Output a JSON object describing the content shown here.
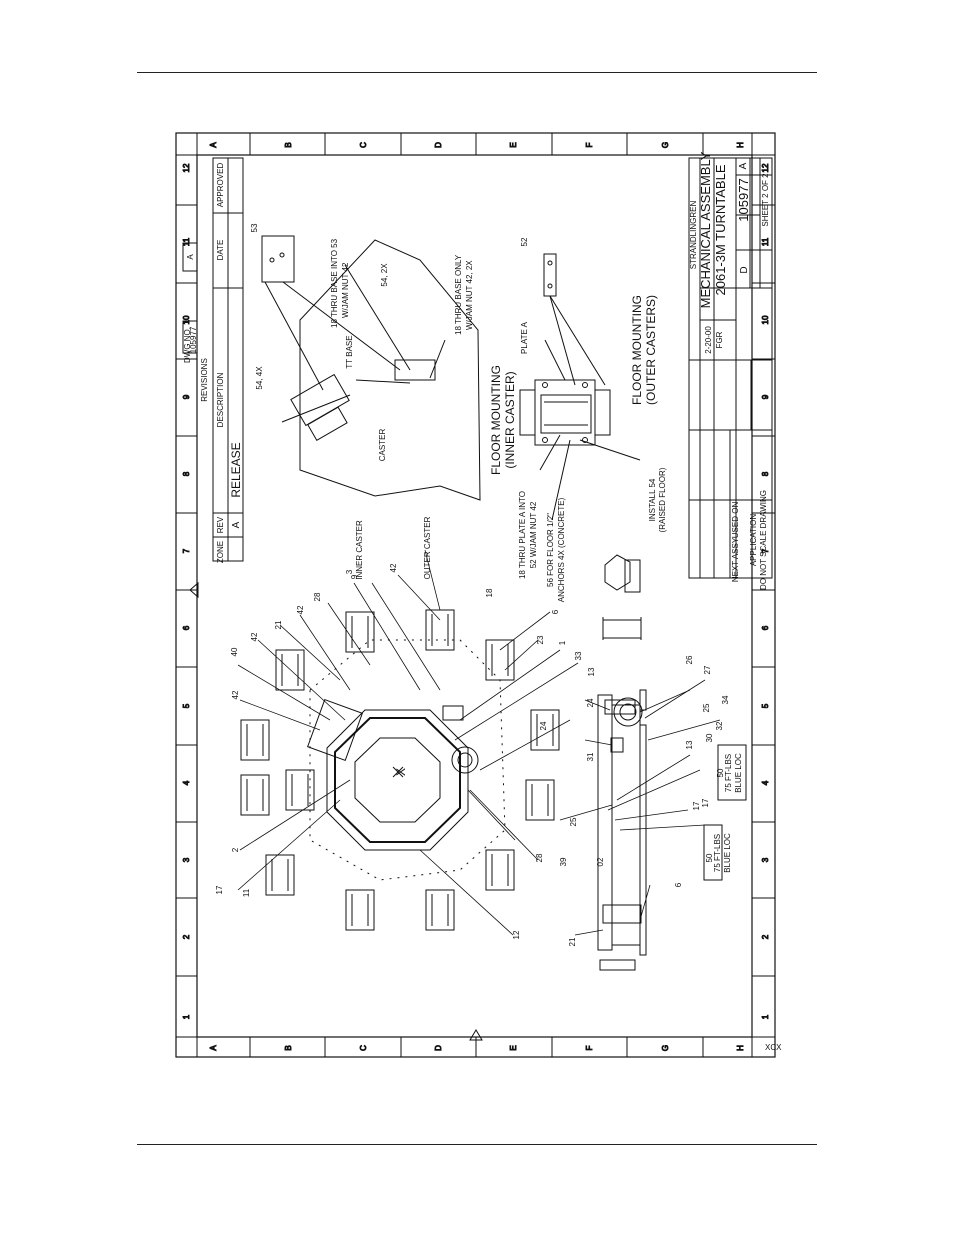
{
  "sheet": {
    "col_letters": [
      "A",
      "B",
      "C",
      "D",
      "E",
      "F",
      "G",
      "H"
    ],
    "row_numbers": [
      "12",
      "11",
      "10",
      "9",
      "8",
      "7",
      "6",
      "5",
      "4",
      "3",
      "2",
      "1"
    ]
  },
  "revisions": {
    "title": "REVISIONS",
    "headers": {
      "zone": "ZONE",
      "rev": "REV",
      "description": "DESCRIPTION",
      "date": "DATE",
      "approved": "APPROVED"
    },
    "row": {
      "rev": "A",
      "description": "RELEASE"
    },
    "dwg_no_label": "DWG NO.",
    "dwg_no": "105977",
    "rev_box": "A"
  },
  "title_block": {
    "company": "STRANDLINGREN",
    "title_line1": "MECHANICAL ASSEMBLY",
    "title_line2": "2061-3M TURNTABLE",
    "size": "D",
    "dwg_no": "105977",
    "rev": "A",
    "date": "2-20-00",
    "drawn": "FGR",
    "sheet": "SHEET 2 OF 2",
    "scale_note": "DO NOT SCALE DRAWING",
    "application_label": "APPLICATION",
    "next_assy": "NEXT ASSY",
    "used_on": "USED ON"
  },
  "callouts": {
    "tt_base": "TT BASE",
    "caster": "CASTER",
    "c53": "53",
    "c54_4x": "54, 4X",
    "c54_2x": "54, 2X",
    "thru_53": [
      "18 THRU BASE INTO 53",
      "W/JAM NUT 42"
    ],
    "thru_base_only": [
      "18 THRU BASE ONLY",
      "W/JAM NUT 42, 2X"
    ],
    "plate_a": "PLATE A",
    "c52": "52",
    "floor_inner": [
      "FLOOR MOUNTING",
      "(INNER CASTER)"
    ],
    "floor_outer": [
      "FLOOR MOUNTING",
      "(OUTER CASTERS)"
    ],
    "thru_plate": [
      "18 THRU PLATE A INTO",
      "52 W/JAM NUT 42"
    ],
    "floor_56": [
      "56 FOR FLOOR 1/2\"",
      "ANCHORS 4X (CONCRETE)"
    ],
    "install_54": [
      "INSTALL 54",
      "(RAISED FLOOR)"
    ],
    "inner_caster": "INNER CASTER",
    "outer_caster": "OUTER CASTER",
    "torque1": [
      "50",
      "75 FT-LBS",
      "BLUE LOC"
    ],
    "torque2": [
      "50",
      "75 FT-LBS",
      "BLUE LOC"
    ],
    "center_mark": "X",
    "form_no": "XCX"
  },
  "item_numbers": [
    "40",
    "42",
    "42",
    "21",
    "42",
    "28",
    "9",
    "3",
    "42",
    "18",
    "6",
    "23",
    "1",
    "33",
    "13",
    "24",
    "26",
    "27",
    "34",
    "25",
    "24",
    "31",
    "32",
    "30",
    "13",
    "25",
    "17",
    "39",
    "28",
    "12",
    "2",
    "17",
    "11",
    "21",
    "6",
    "17",
    "02"
  ]
}
